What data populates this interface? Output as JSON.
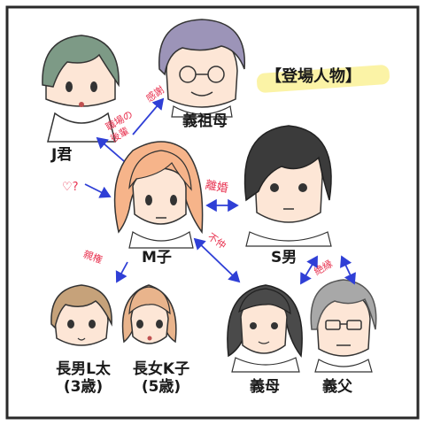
{
  "title": "【登場人物】",
  "people": {
    "j": "J君",
    "grandmother": "義祖母",
    "m": "M子",
    "s": "S男",
    "son": "長男L太",
    "son_age": "(3歳)",
    "daughter": "長女K子",
    "daughter_age": "(5歳)",
    "mother_in_law": "義母",
    "father_in_law": "義父"
  },
  "relations": {
    "coworker_a": "職場の",
    "coworker_b": "後輩",
    "thanks": "感謝",
    "heart": "♡?",
    "divorce": "離婚",
    "custody": "親権",
    "discord": "不仲",
    "estranged": "絶縁"
  },
  "colors": {
    "frame": "#2a2a2a",
    "relation_text": "#e8314f",
    "arrow": "#2f3fd6",
    "highlight": "#fbf3a6",
    "m_hair": "#f6b48a",
    "m_skin": "#fde6d6",
    "j_hair": "#7d9a86",
    "grandmother_hair": "#9c94b8",
    "s_hair": "#3b3b3b",
    "son_hair": "#c6a27a",
    "daughter_hair": "#e9b48c",
    "mother_in_law_hair": "#4a4a4a",
    "father_in_law_hair": "#a8a8a8"
  }
}
